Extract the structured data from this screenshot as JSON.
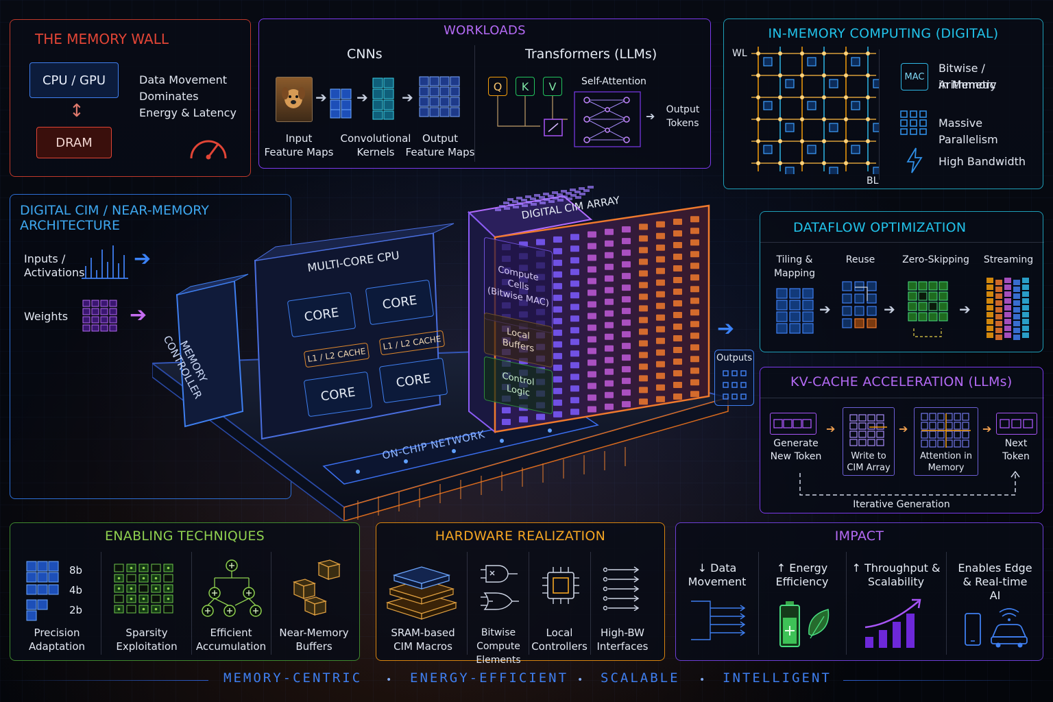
{
  "colors": {
    "red": "#e24536",
    "purple": "#a855f7",
    "cyan": "#22b8e6",
    "teal": "#2fb8c9",
    "green": "#8fd14f",
    "orange": "#f59e0b",
    "violet": "#8b5cf6",
    "blue": "#3f7ff0"
  },
  "memory_wall": {
    "title": "THE MEMORY WALL",
    "cpu": "CPU / GPU",
    "dram": "DRAM",
    "line1": "Data Movement",
    "line2": "Dominates",
    "line3": "Energy & Latency",
    "icon": "speedometer-icon"
  },
  "workloads": {
    "title": "WORKLOADS",
    "cnns": "CNNs",
    "transformers": "Transformers (LLMs)",
    "input1": "Input",
    "input2": "Feature Maps",
    "conv1": "Convolutional",
    "conv2": "Kernels",
    "out1": "Output",
    "out2": "Feature Maps",
    "q": "Q",
    "k": "K",
    "v": "V",
    "self_attention": "Self-Attention",
    "tok1": "Output",
    "tok2": "Tokens"
  },
  "imc": {
    "title": "IN-MEMORY COMPUTING (DIGITAL)",
    "wl": "WL",
    "bl": "BL",
    "mac": "MAC",
    "f1a": "Bitwise / Arithmetic",
    "f1b": "in Memory",
    "f2": "Massive Parallelism",
    "f3": "High Bandwidth"
  },
  "arch": {
    "title": "DIGITAL CIM / NEAR-MEMORY ARCHITECTURE",
    "inputs1": "Inputs /",
    "inputs2": "Activations",
    "weights": "Weights",
    "memctrl1": "MEMORY",
    "memctrl2": "CONTROLLER",
    "cpu": "MULTI-CORE CPU",
    "core": "CORE",
    "cache": "L1 / L2 CACHE",
    "cim": "DIGITAL CIM ARRAY",
    "cc1": "Compute",
    "cc2": "Cells",
    "cc3": "(Bitwise MAC)",
    "lb1": "Local",
    "lb2": "Buffers",
    "cl1": "Control",
    "cl2": "Logic",
    "noc": "ON-CHIP NETWORK",
    "outputs": "Outputs"
  },
  "dataflow": {
    "title": "DATAFLOW OPTIMIZATION",
    "s1a": "Tiling &",
    "s1b": "Mapping",
    "s2": "Reuse",
    "s3": "Zero-Skipping",
    "s4": "Streaming"
  },
  "kv": {
    "title": "KV-CACHE ACCELERATION (LLMs)",
    "s1a": "Generate",
    "s1b": "New Token",
    "s2a": "Write to",
    "s2b": "CIM Array",
    "s3a": "Attention in",
    "s3b": "Memory",
    "s4a": "Next",
    "s4b": "Token",
    "loop": "Iterative Generation"
  },
  "enabling": {
    "title": "ENABLING TECHNIQUES",
    "b8": "8b",
    "b4": "4b",
    "b2": "2b",
    "t1a": "Precision",
    "t1b": "Adaptation",
    "t2a": "Sparsity",
    "t2b": "Exploitation",
    "t3a": "Efficient",
    "t3b": "Accumulation",
    "t4a": "Near-Memory",
    "t4b": "Buffers"
  },
  "hardware": {
    "title": "HARDWARE REALIZATION",
    "h1a": "SRAM-based",
    "h1b": "CIM Macros",
    "h2a": "Bitwise Compute",
    "h2b": "Elements",
    "h3a": "Local",
    "h3b": "Controllers",
    "h4a": "High-BW",
    "h4b": "Interfaces"
  },
  "impact": {
    "title": "IMPACT",
    "i1a": "↓ Data",
    "i1b": "Movement",
    "i2a": "↑ Energy",
    "i2b": "Efficiency",
    "i3a": "↑ Throughput &",
    "i3b": "Scalability",
    "i4a": "Enables Edge",
    "i4b": "& Real-time",
    "i4c": "AI"
  },
  "taglines": [
    "MEMORY-CENTRIC",
    "ENERGY-EFFICIENT",
    "SCALABLE",
    "INTELLIGENT"
  ],
  "separator": "•"
}
